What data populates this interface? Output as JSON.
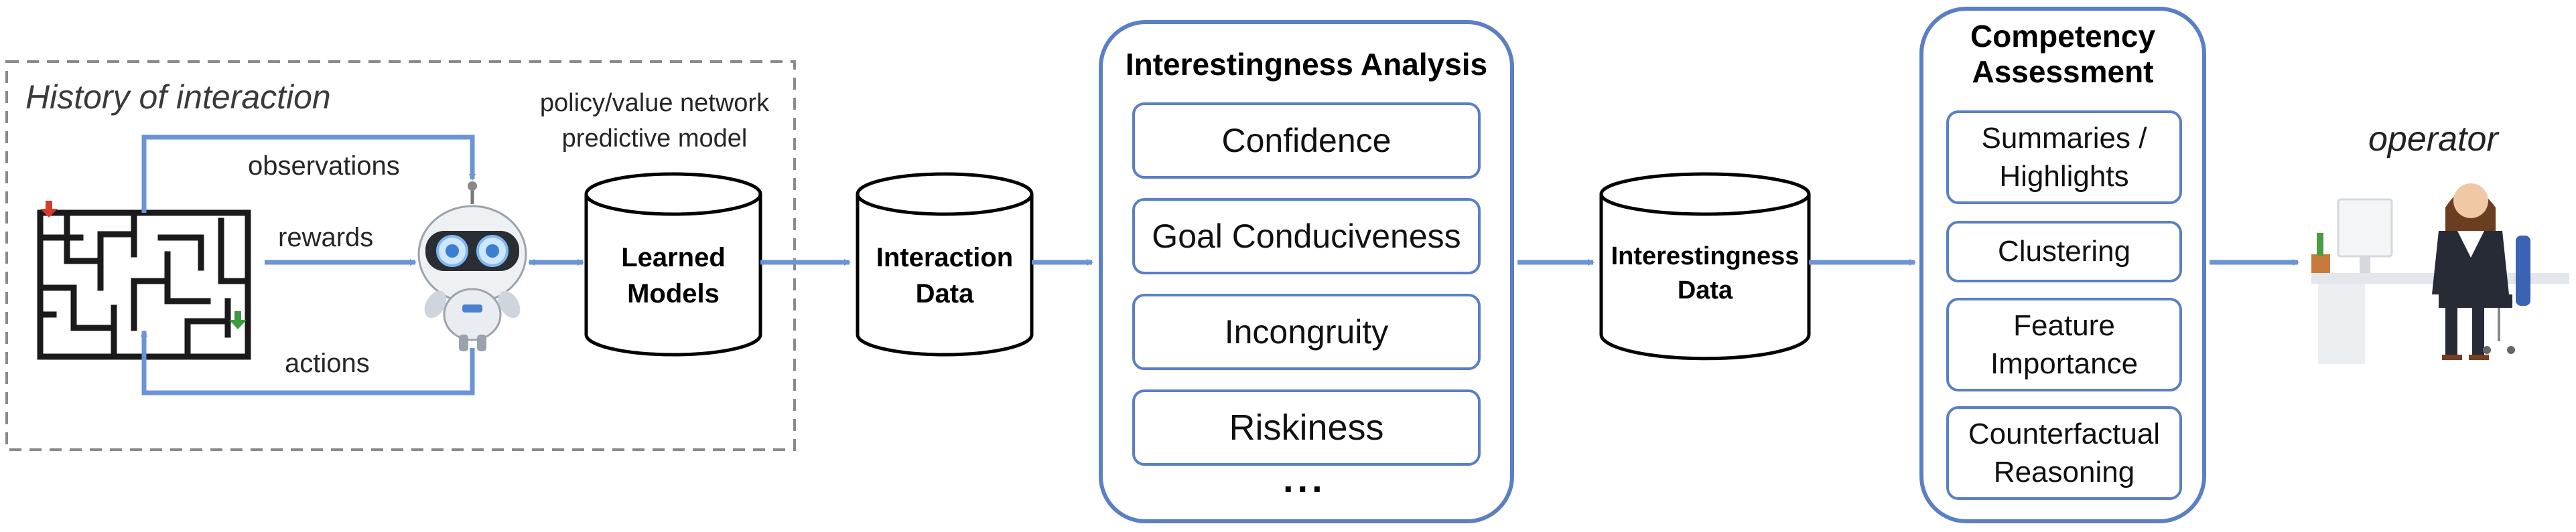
{
  "history": {
    "title": "History of interaction",
    "observations": "observations",
    "rewards": "rewards",
    "actions": "actions",
    "model_note_line1": "policy/value network",
    "model_note_line2": "predictive model"
  },
  "databases": {
    "learned_models": [
      "Learned",
      "Models"
    ],
    "interaction_data": [
      "Interaction",
      "Data"
    ],
    "interestingness_data": [
      "Interestingness",
      "Data"
    ]
  },
  "analysis": {
    "title": "Interestingness Analysis",
    "items": [
      "Confidence",
      "Goal Conduciveness",
      "Incongruity",
      "Riskiness"
    ],
    "ellipsis": "..."
  },
  "competency": {
    "title_line1": "Competency",
    "title_line2": "Assessment",
    "items": [
      [
        "Summaries /",
        "Highlights"
      ],
      [
        "Clustering"
      ],
      [
        "Feature",
        "Importance"
      ],
      [
        "Counterfactual",
        "Reasoning"
      ]
    ]
  },
  "operator": {
    "label": "operator"
  },
  "colors": {
    "arrow": "#6b93d6",
    "box_border": "#5a7fc4",
    "dashed": "#8a8a8a"
  },
  "icons": [
    "maze-icon",
    "robot-icon",
    "operator-at-desk-icon"
  ]
}
